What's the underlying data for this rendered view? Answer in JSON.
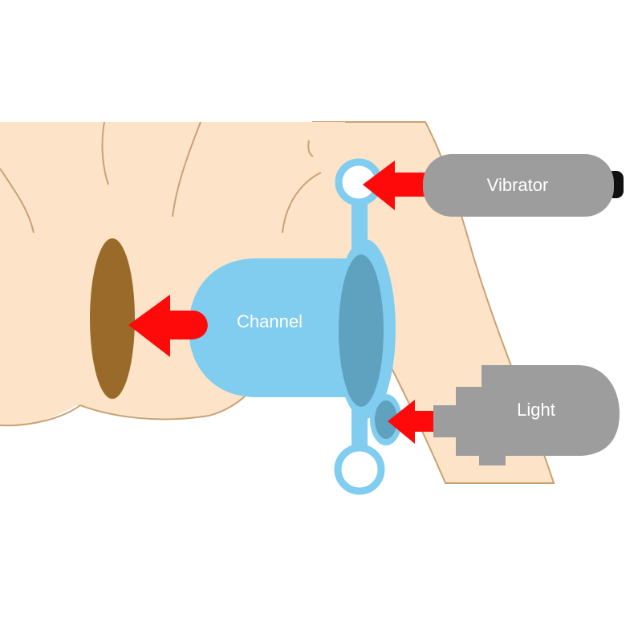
{
  "labels": {
    "vibrator": "Vibrator",
    "channel": "Channel",
    "light": "Light"
  },
  "colors": {
    "skin": "#fde4c8",
    "outline": "#c9a273",
    "device": "#80cdf0",
    "device_dark": "#5fa2c0",
    "grey": "#9d9d9d",
    "arrow": "#ff0a0a",
    "target": "#9a6a2b"
  }
}
